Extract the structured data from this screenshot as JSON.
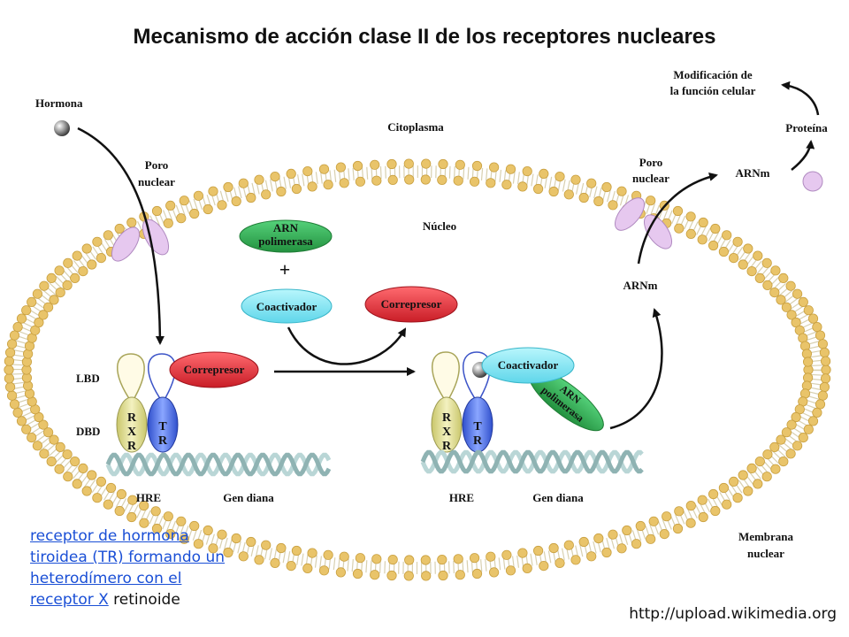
{
  "title": "Mecanismo de acción clase II de los receptores nucleares",
  "labels": {
    "hormona": "Hormona",
    "citoplasma": "Citoplasma",
    "poro_nuclear_left": [
      "Poro",
      "nuclear"
    ],
    "poro_nuclear_right": [
      "Poro",
      "nuclear"
    ],
    "nucleo": "Núcleo",
    "lbd": "LBD",
    "dbd": "DBD",
    "hre_left": "HRE",
    "gen_diana_left": "Gen diana",
    "hre_right": "HRE",
    "gen_diana_right": "Gen diana",
    "arnm_inner": "ARNm",
    "arnm_outer": "ARNm",
    "proteina": "Proteína",
    "modificacion": [
      "Modificación de",
      "la función celular"
    ],
    "membrana": [
      "Membrana",
      "nuclear"
    ],
    "plus": "+"
  },
  "ovals": {
    "arn_polimerasa_top": [
      "ARN",
      "polimerasa"
    ],
    "coactivador_top": "Coactivador",
    "correpresor_top": "Correpresor",
    "correpresor_left": "Correpresor",
    "coactivador_right": "Coactivador",
    "arn_polimerasa_right": [
      "ARN",
      "polimerasa"
    ]
  },
  "receptors": {
    "rxr": [
      "R",
      "X",
      "R"
    ],
    "tr": [
      "T",
      "R"
    ]
  },
  "colors": {
    "membrane": "#e9c46a",
    "membrane_dark": "#c9a040",
    "pore": "#e6c8ef",
    "green": "#2fae52",
    "cyan": "#7fe6f4",
    "red": "#e2313a",
    "rxr": "#e5e39a",
    "tr": "#4f6fe0",
    "dna": "#a8c8c8"
  },
  "caption": {
    "link_text": "receptor de hormona tiroidea (TR) formando un heterodímero con el receptor X",
    "rest_text": " retinoide"
  },
  "source_url": "http://upload.wikimedia.org"
}
